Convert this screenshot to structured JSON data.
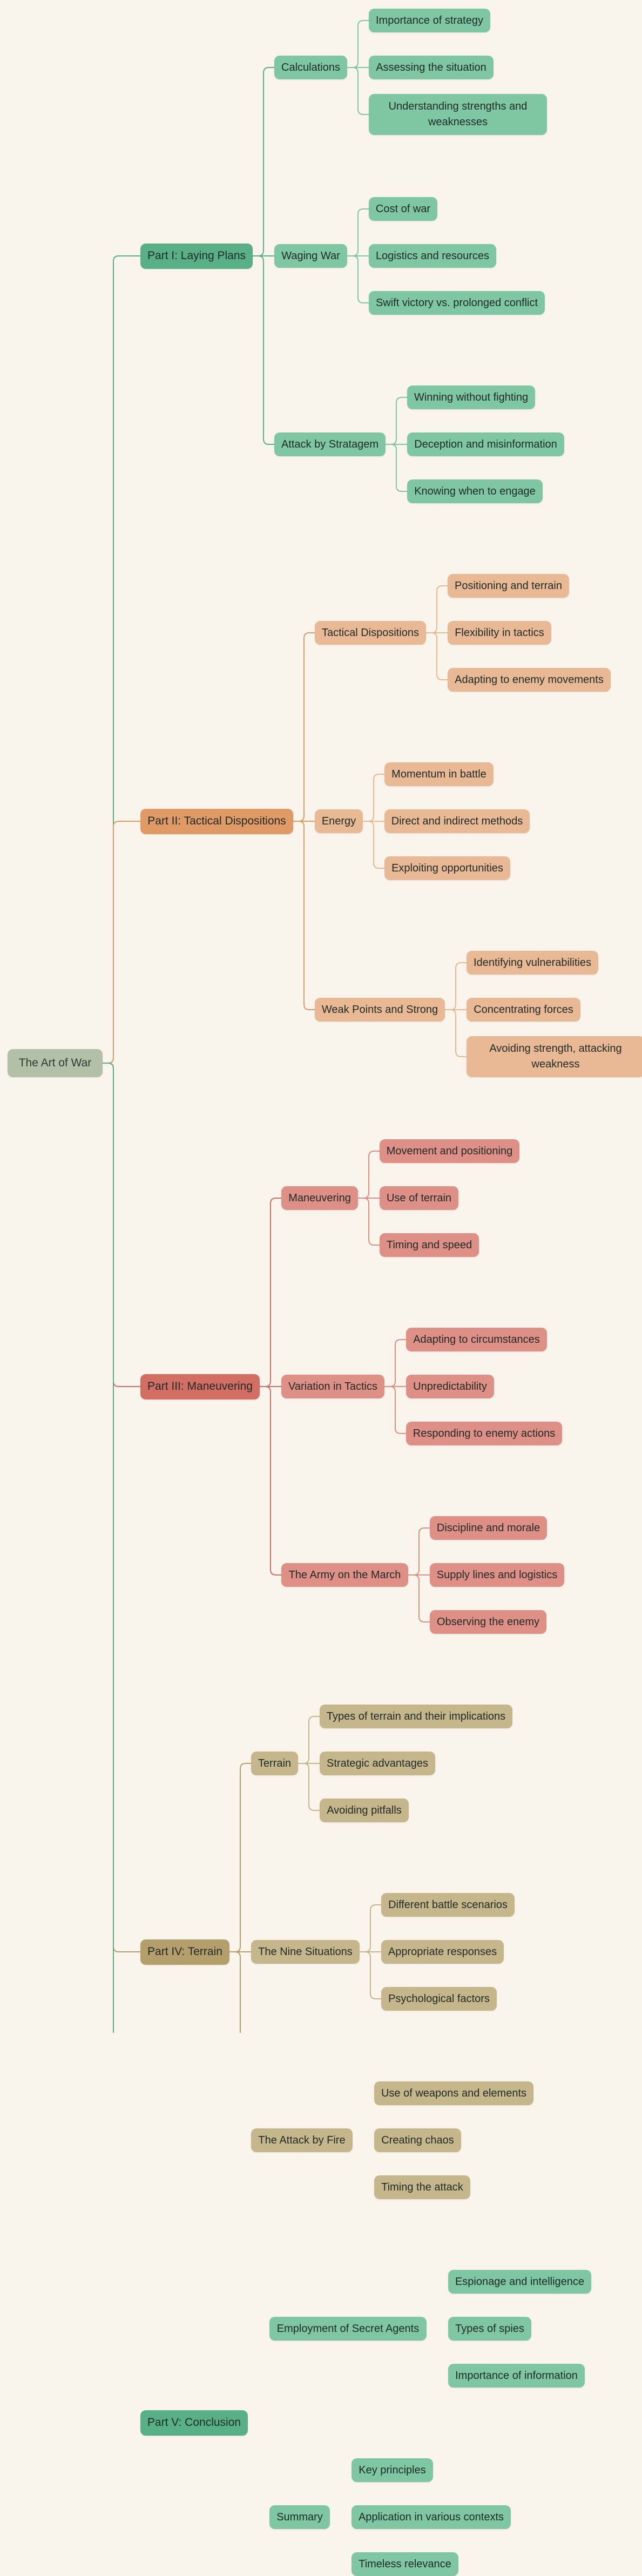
{
  "diagram": {
    "type": "mindmap",
    "root": {
      "label": "The Art of War",
      "color": "#b1c0a6",
      "children": [
        {
          "label": "Part I: Laying Plans",
          "color": "#59b087",
          "sub_color": "#7fc6a3",
          "children": [
            {
              "label": "Calculations",
              "children": [
                "Importance of strategy",
                "Assessing the situation",
                "Understanding strengths and weaknesses"
              ]
            },
            {
              "label": "Waging War",
              "children": [
                "Cost of war",
                "Logistics and resources",
                "Swift victory vs. prolonged conflict"
              ]
            },
            {
              "label": "Attack by Stratagem",
              "children": [
                "Winning without fighting",
                "Deception and misinformation",
                "Knowing when to engage"
              ]
            }
          ]
        },
        {
          "label": "Part II: Tactical Dispositions",
          "color": "#e09a66",
          "sub_color": "#e8b994",
          "children": [
            {
              "label": "Tactical Dispositions",
              "children": [
                "Positioning and terrain",
                "Flexibility in tactics",
                "Adapting to enemy movements"
              ]
            },
            {
              "label": "Energy",
              "children": [
                "Momentum in battle",
                "Direct and indirect methods",
                "Exploiting opportunities"
              ]
            },
            {
              "label": "Weak Points and Strong",
              "children": [
                "Identifying vulnerabilities",
                "Concentrating forces",
                "Avoiding strength, attacking weakness"
              ]
            }
          ]
        },
        {
          "label": "Part III: Maneuvering",
          "color": "#d36e65",
          "sub_color": "#de8f86",
          "children": [
            {
              "label": "Maneuvering",
              "children": [
                "Movement and positioning",
                "Use of terrain",
                "Timing and speed"
              ]
            },
            {
              "label": "Variation in Tactics",
              "children": [
                "Adapting to circumstances",
                "Unpredictability",
                "Responding to enemy actions"
              ]
            },
            {
              "label": "The Army on the March",
              "children": [
                "Discipline and morale",
                "Supply lines and logistics",
                "Observing the enemy"
              ]
            }
          ]
        },
        {
          "label": "Part IV: Terrain",
          "color": "#b49f6c",
          "sub_color": "#c6b68b",
          "children": [
            {
              "label": "Terrain",
              "children": [
                "Types of terrain and their implications",
                "Strategic advantages",
                "Avoiding pitfalls"
              ]
            },
            {
              "label": "The Nine Situations",
              "children": [
                "Different battle scenarios",
                "Appropriate responses",
                "Psychological factors"
              ]
            },
            {
              "label": "The Attack by Fire",
              "children": [
                "Use of weapons and elements",
                "Creating chaos",
                "Timing the attack"
              ]
            }
          ]
        },
        {
          "label": "Part V: Conclusion",
          "color": "#59b087",
          "sub_color": "#7fc6a3",
          "children": [
            {
              "label": "Employment of Secret Agents",
              "children": [
                "Espionage and intelligence",
                "Types of spies",
                "Importance of information"
              ]
            },
            {
              "label": "Summary",
              "children": [
                "Key principles",
                "Application in various contexts",
                "Timeless relevance"
              ]
            }
          ]
        }
      ]
    }
  }
}
